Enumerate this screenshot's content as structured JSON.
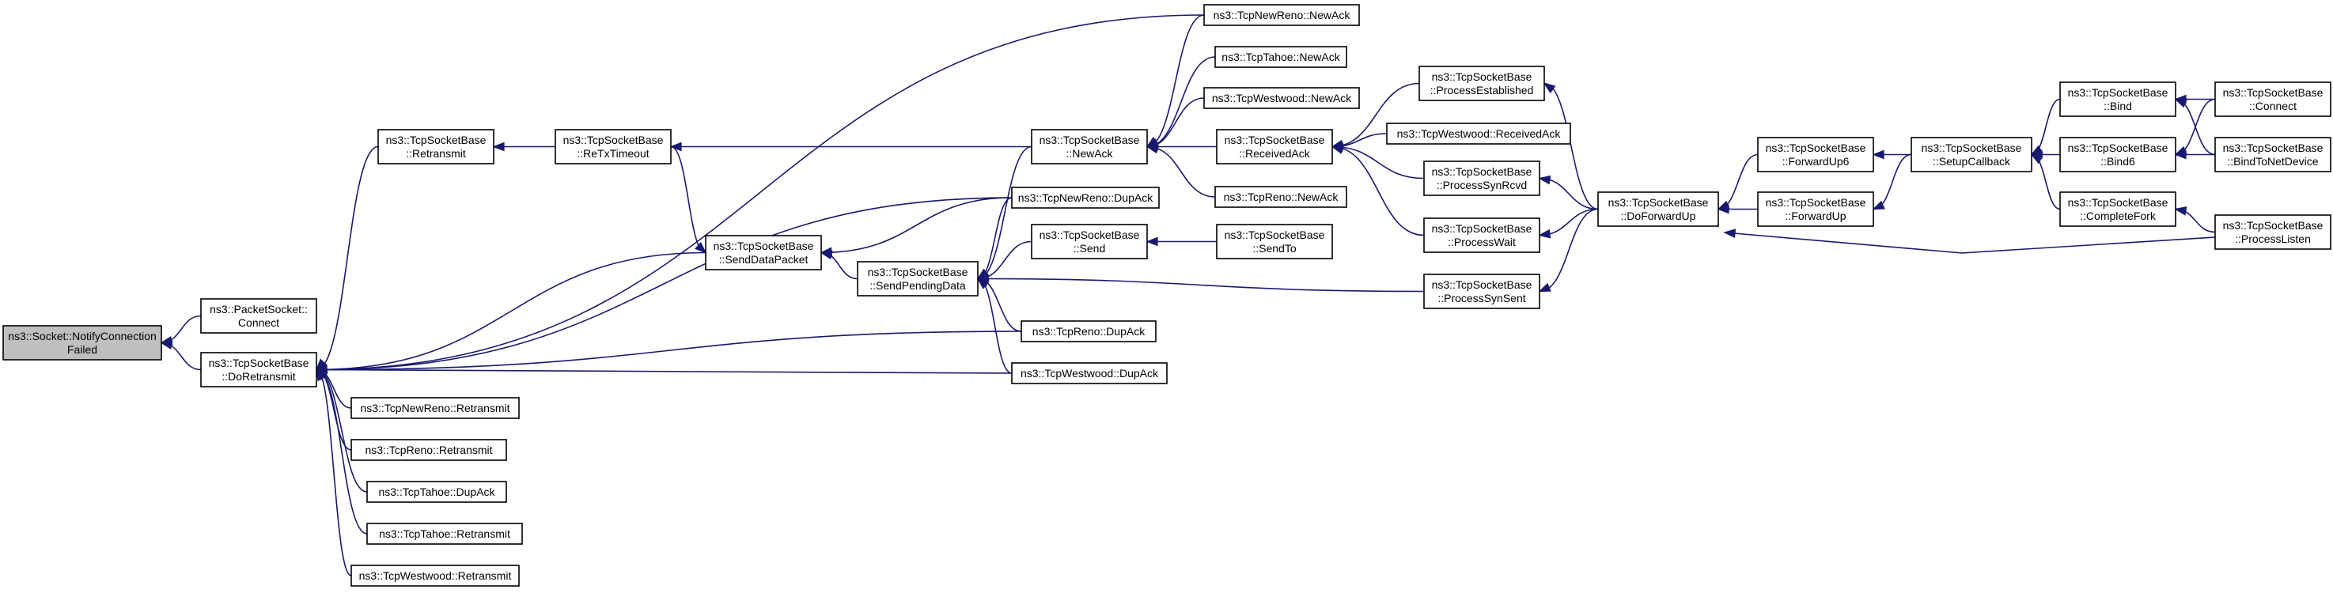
{
  "nodes": {
    "root": [
      "ns3::Socket::NotifyConnection",
      "Failed"
    ],
    "packet_connect": [
      "ns3::PacketSocket::",
      "Connect"
    ],
    "do_retransmit": [
      "ns3::TcpSocketBase",
      "::DoRetransmit"
    ],
    "base_retransmit": [
      "ns3::TcpSocketBase",
      "::Retransmit"
    ],
    "newreno_retransmit": [
      "ns3::TcpNewReno::Retransmit"
    ],
    "reno_retransmit": [
      "ns3::TcpReno::Retransmit"
    ],
    "tahoe_dupack": [
      "ns3::TcpTahoe::DupAck"
    ],
    "tahoe_retransmit": [
      "ns3::TcpTahoe::Retransmit"
    ],
    "westwood_retransmit": [
      "ns3::TcpWestwood::Retransmit"
    ],
    "retx_timeout": [
      "ns3::TcpSocketBase",
      "::ReTxTimeout"
    ],
    "send_data_packet": [
      "ns3::TcpSocketBase",
      "::SendDataPacket"
    ],
    "send_pending_data": [
      "ns3::TcpSocketBase",
      "::SendPendingData"
    ],
    "new_ack": [
      "ns3::TcpSocketBase",
      "::NewAck"
    ],
    "newreno_dupack": [
      "ns3::TcpNewReno::DupAck"
    ],
    "base_send": [
      "ns3::TcpSocketBase",
      "::Send"
    ],
    "reno_dupack": [
      "ns3::TcpReno::DupAck"
    ],
    "westwood_dupack": [
      "ns3::TcpWestwood::DupAck"
    ],
    "newreno_newack": [
      "ns3::TcpNewReno::NewAck"
    ],
    "tahoe_newack": [
      "ns3::TcpTahoe::NewAck"
    ],
    "westwood_newack": [
      "ns3::TcpWestwood::NewAck"
    ],
    "received_ack": [
      "ns3::TcpSocketBase",
      "::ReceivedAck"
    ],
    "reno_newack": [
      "ns3::TcpReno::NewAck"
    ],
    "send_to": [
      "ns3::TcpSocketBase",
      "::SendTo"
    ],
    "process_established": [
      "ns3::TcpSocketBase",
      "::ProcessEstablished"
    ],
    "westwood_receivedack": [
      "ns3::TcpWestwood::ReceivedAck"
    ],
    "process_syn_rcvd": [
      "ns3::TcpSocketBase",
      "::ProcessSynRcvd"
    ],
    "process_wait": [
      "ns3::TcpSocketBase",
      "::ProcessWait"
    ],
    "process_syn_sent": [
      "ns3::TcpSocketBase",
      "::ProcessSynSent"
    ],
    "do_forward_up": [
      "ns3::TcpSocketBase",
      "::DoForwardUp"
    ],
    "forward_up6": [
      "ns3::TcpSocketBase",
      "::ForwardUp6"
    ],
    "forward_up": [
      "ns3::TcpSocketBase",
      "::ForwardUp"
    ],
    "setup_callback": [
      "ns3::TcpSocketBase",
      "::SetupCallback"
    ],
    "bind": [
      "ns3::TcpSocketBase",
      "::Bind"
    ],
    "bind6": [
      "ns3::TcpSocketBase",
      "::Bind6"
    ],
    "complete_fork": [
      "ns3::TcpSocketBase",
      "::CompleteFork"
    ],
    "connect": [
      "ns3::TcpSocketBase",
      "::Connect"
    ],
    "bind_to_net_device": [
      "ns3::TcpSocketBase",
      "::BindToNetDevice"
    ],
    "process_listen": [
      "ns3::TcpSocketBase",
      "::ProcessListen"
    ]
  },
  "edges": [
    [
      "packet_connect",
      "root"
    ],
    [
      "do_retransmit",
      "root"
    ],
    [
      "base_retransmit",
      "do_retransmit"
    ],
    [
      "newreno_retransmit",
      "do_retransmit"
    ],
    [
      "reno_retransmit",
      "do_retransmit"
    ],
    [
      "tahoe_dupack",
      "do_retransmit"
    ],
    [
      "tahoe_retransmit",
      "do_retransmit"
    ],
    [
      "westwood_retransmit",
      "do_retransmit"
    ],
    [
      "send_data_packet",
      "do_retransmit"
    ],
    [
      "newreno_dupack",
      "do_retransmit"
    ],
    [
      "reno_dupack",
      "do_retransmit"
    ],
    [
      "westwood_dupack",
      "do_retransmit"
    ],
    [
      "newreno_newack",
      "do_retransmit"
    ],
    [
      "retx_timeout",
      "base_retransmit"
    ],
    [
      "new_ack",
      "retx_timeout"
    ],
    [
      "retx_timeout",
      "send_data_packet"
    ],
    [
      "newreno_dupack",
      "send_data_packet"
    ],
    [
      "send_pending_data",
      "send_data_packet"
    ],
    [
      "new_ack",
      "send_pending_data"
    ],
    [
      "newreno_dupack",
      "send_pending_data"
    ],
    [
      "base_send",
      "send_pending_data"
    ],
    [
      "reno_dupack",
      "send_pending_data"
    ],
    [
      "westwood_dupack",
      "send_pending_data"
    ],
    [
      "process_syn_sent",
      "send_pending_data"
    ],
    [
      "newreno_newack",
      "new_ack"
    ],
    [
      "tahoe_newack",
      "new_ack"
    ],
    [
      "westwood_newack",
      "new_ack"
    ],
    [
      "received_ack",
      "new_ack"
    ],
    [
      "reno_newack",
      "new_ack"
    ],
    [
      "send_to",
      "base_send"
    ],
    [
      "process_established",
      "received_ack"
    ],
    [
      "westwood_receivedack",
      "received_ack"
    ],
    [
      "process_syn_rcvd",
      "received_ack"
    ],
    [
      "process_wait",
      "received_ack"
    ],
    [
      "do_forward_up",
      "process_established"
    ],
    [
      "do_forward_up",
      "process_syn_rcvd"
    ],
    [
      "do_forward_up",
      "process_wait"
    ],
    [
      "do_forward_up",
      "process_syn_sent"
    ],
    [
      "forward_up6",
      "do_forward_up"
    ],
    [
      "forward_up",
      "do_forward_up"
    ],
    [
      "process_listen",
      "do_forward_up"
    ],
    [
      "setup_callback",
      "forward_up6"
    ],
    [
      "setup_callback",
      "forward_up"
    ],
    [
      "bind",
      "setup_callback"
    ],
    [
      "bind6",
      "setup_callback"
    ],
    [
      "complete_fork",
      "setup_callback"
    ],
    [
      "connect",
      "bind"
    ],
    [
      "bind_to_net_device",
      "bind"
    ],
    [
      "connect",
      "bind6"
    ],
    [
      "bind_to_net_device",
      "bind6"
    ],
    [
      "process_listen",
      "complete_fork"
    ]
  ]
}
